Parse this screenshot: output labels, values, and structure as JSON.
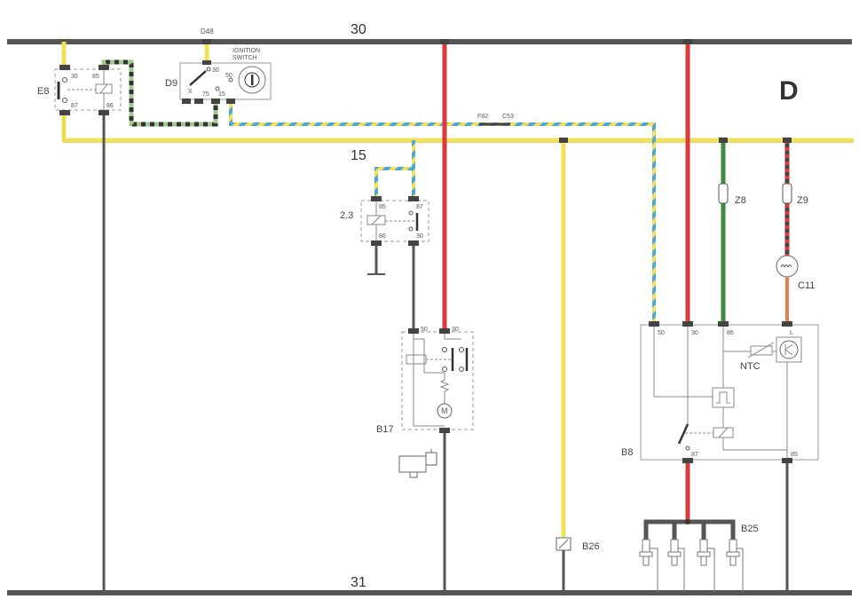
{
  "buses": {
    "b30": "30",
    "b31": "31",
    "b15": "15"
  },
  "section_letter": "D",
  "components": {
    "e8": {
      "label": "E8",
      "pins": [
        "30",
        "85",
        "87",
        "86"
      ]
    },
    "d48": "D48",
    "ignition": {
      "title_line1": "IGNITION",
      "title_line2": "SWITCH",
      "label": "D9",
      "pins": [
        "30",
        "X",
        "75",
        "15",
        "50"
      ]
    },
    "connectors": {
      "f82": "F82",
      "c53": "C53"
    },
    "relay23": {
      "label": "2.3",
      "pins": [
        "85",
        "87",
        "86",
        "30"
      ]
    },
    "b17": {
      "label": "B17",
      "pins": [
        "50",
        "30"
      ],
      "motor": "M"
    },
    "b26": "B26",
    "b8": {
      "label": "B8",
      "pins": [
        "50",
        "30",
        "86",
        "L",
        "87",
        "85"
      ],
      "ntc": "NTC"
    },
    "z8": "Z8",
    "z9": "Z9",
    "c11": "C11",
    "b25": "B25"
  },
  "colors": {
    "bus": "#555555",
    "yellow": "#f2e05a",
    "red": "#d93a3a",
    "green": "#3f8a3f",
    "blue": "#4aa8d8",
    "orange": "#f07a50"
  }
}
